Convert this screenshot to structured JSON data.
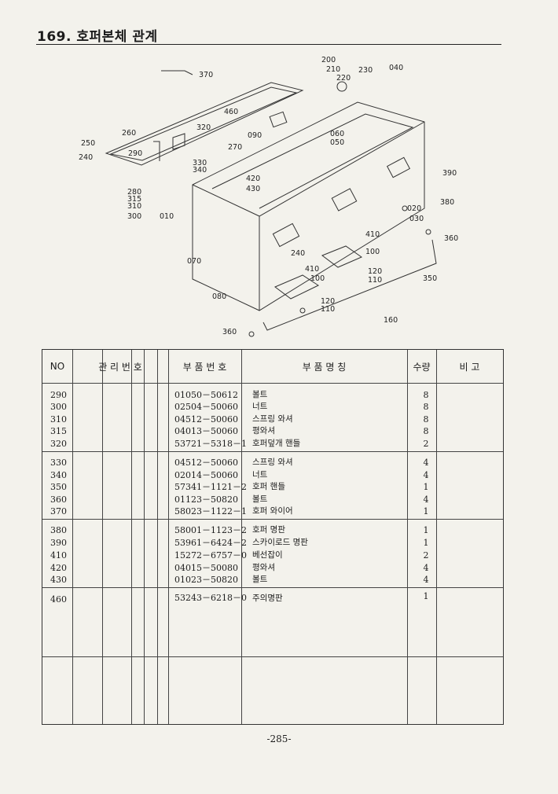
{
  "page": {
    "title": "169. 호퍼본체 관계",
    "page_number": "-285-"
  },
  "diagram": {
    "callouts": [
      "370",
      "460",
      "320",
      "260",
      "290",
      "250",
      "240",
      "270",
      "330",
      "340",
      "280",
      "315",
      "310",
      "300",
      "010",
      "200",
      "210",
      "220",
      "230",
      "040",
      "090",
      "060",
      "050",
      "420",
      "430",
      "390",
      "380",
      "020",
      "030",
      "360",
      "410",
      "240",
      "100",
      "410",
      "100",
      "070",
      "120",
      "110",
      "080",
      "120",
      "110",
      "160",
      "350",
      "360"
    ]
  },
  "table": {
    "headers": {
      "no": "NO",
      "control_no": "관 리 번 호",
      "part_no": "부 품 번 호",
      "part_name": "부    품    명    칭",
      "qty": "수량",
      "remarks": "비  고"
    },
    "groups": [
      {
        "rows": [
          {
            "no": "290",
            "part": "01050－50612",
            "name": "볼트",
            "qty": "8"
          },
          {
            "no": "300",
            "part": "02504－50060",
            "name": "너트",
            "qty": "8"
          },
          {
            "no": "310",
            "part": "04512－50060",
            "name": "스프링 와셔",
            "qty": "8"
          },
          {
            "no": "315",
            "part": "04013－50060",
            "name": "평와셔",
            "qty": "8"
          },
          {
            "no": "320",
            "part": "53721－5318－1",
            "name": "호퍼덮개 핸들",
            "qty": "2"
          }
        ]
      },
      {
        "rows": [
          {
            "no": "330",
            "part": "04512－50060",
            "name": "스프링 와셔",
            "qty": "4"
          },
          {
            "no": "340",
            "part": "02014－50060",
            "name": "너트",
            "qty": "4"
          },
          {
            "no": "350",
            "part": "57341－1121－2",
            "name": "호퍼 핸들",
            "qty": "1"
          },
          {
            "no": "360",
            "part": "01123－50820",
            "name": "볼트",
            "qty": "4"
          },
          {
            "no": "370",
            "part": "58023－1122－1",
            "name": "호퍼 와이어",
            "qty": "1"
          }
        ]
      },
      {
        "rows": [
          {
            "no": "380",
            "part": "58001－1123－2",
            "name": "호퍼 명판",
            "qty": "1"
          },
          {
            "no": "390",
            "part": "53961－6424－2",
            "name": "스카이로드 명판",
            "qty": "1"
          },
          {
            "no": "410",
            "part": "15272－6757－0",
            "name": "베선잡이",
            "qty": "2"
          },
          {
            "no": "420",
            "part": "04015－50080",
            "name": "평와셔",
            "qty": "4"
          },
          {
            "no": "430",
            "part": "01023－50820",
            "name": "볼트",
            "qty": "4"
          }
        ]
      },
      {
        "rows": [
          {
            "no": "460",
            "part": "53243－6218－0",
            "name": "주의명판",
            "qty": "1"
          }
        ]
      }
    ]
  }
}
